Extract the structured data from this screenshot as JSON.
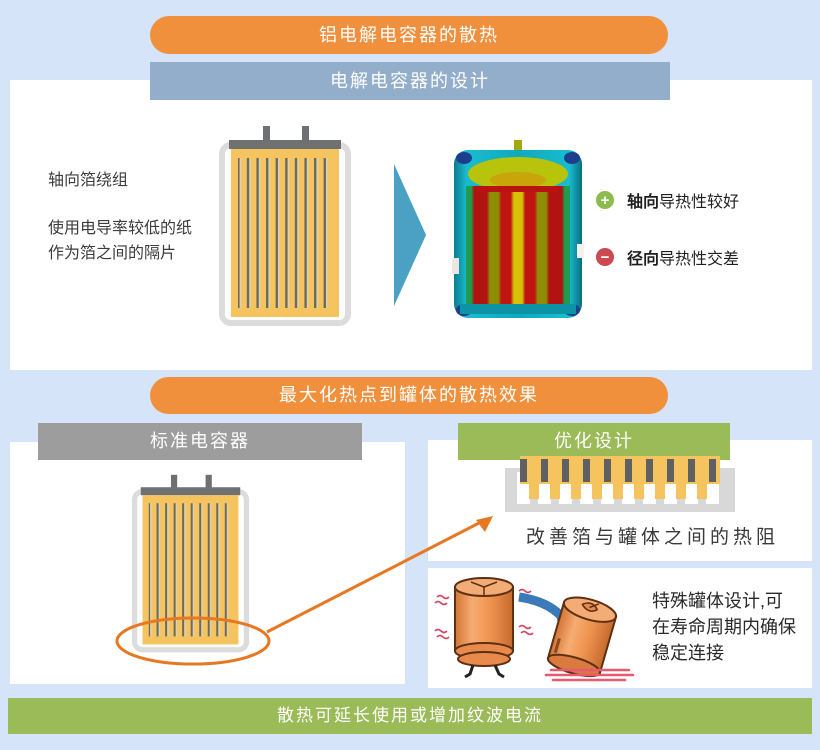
{
  "title_banner": "铝电解电容器的散热",
  "design_section": {
    "header": "电解电容器的设计",
    "note": {
      "line1": "轴向箔绕组",
      "line2": "使用电导率较低的纸",
      "line3": "作为箔之间的隔片"
    },
    "pros": {
      "symbol": "+",
      "bold": "轴向",
      "rest": "导热性较好"
    },
    "cons": {
      "symbol": "−",
      "bold": "径向",
      "rest": "导热性交差"
    }
  },
  "optimization_banner": "最大化热点到罐体的散热效果",
  "standard_panel": {
    "header": "标准电容器"
  },
  "optimized_panel": {
    "header": "优化设计",
    "caption": "改善箔与罐体之间的热阻"
  },
  "special_can_panel": {
    "line1": "特殊罐体设计,可",
    "line2": "在寿命周期内确保",
    "line3": "稳定连接"
  },
  "footer_banner": "散热可延长使用或增加纹波电流",
  "icons": {
    "pros": "plus-icon",
    "cons": "minus-icon",
    "flow": "right-arrow-icon"
  },
  "colors": {
    "background": "#D5E4F8",
    "accent_orange": "#F0903D",
    "header_blue": "#93AECB",
    "header_gray": "#9D9D9D",
    "accent_green": "#9ABB58",
    "arrow_teal": "#4AA1C4",
    "annotation_orange": "#E87722",
    "plus_green": "#8CBB4E",
    "minus_red": "#CB4A52",
    "foil_yellow": "#F6C45F"
  }
}
